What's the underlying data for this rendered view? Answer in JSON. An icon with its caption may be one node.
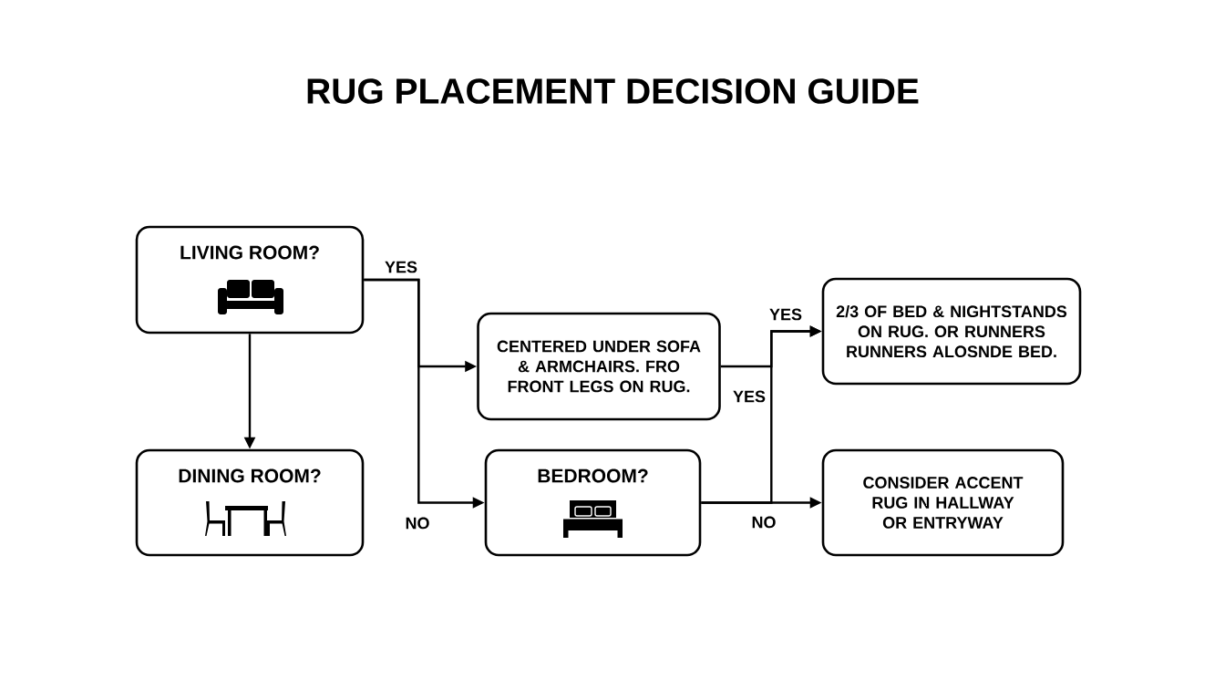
{
  "diagram": {
    "title": "RUG PLACEMENT DECISION GUIDE",
    "nodes": [
      {
        "text": [
          "LIVING ROOM?"
        ]
      },
      {
        "text": [
          "CENTERED UNDER SOFA & ARMCHAIRS. FRO FRONT LEGS ON RUG."
        ]
      },
      {
        "text": [
          "2/3 OF BED & NIGHTSTANDS ON RUG. OR RUNNERS RUNNERS ALOSNDE BED."
        ]
      },
      {
        "text": [
          "DINING ROOM?"
        ]
      },
      {
        "text": [
          "BEDROOM?"
        ]
      },
      {
        "text": [
          "CONSIDER ACCENT RUG IN HALLWAY OR ENTRYWAY"
        ]
      }
    ],
    "edges": [
      {
        "from": 0,
        "to": 3,
        "arrow": "to"
      },
      {
        "from": 0,
        "to": 1,
        "arrow": "to",
        "label": "YES"
      },
      {
        "from": 0,
        "to": 4,
        "arrow": "to",
        "label": "NO"
      },
      {
        "from": 1,
        "to": 2,
        "arrow": "to",
        "label": "YES"
      },
      {
        "from": 4,
        "to": 2,
        "arrow": "to",
        "label": "YES"
      },
      {
        "from": 4,
        "to": 5,
        "arrow": "to",
        "label": "NO"
      }
    ]
  }
}
